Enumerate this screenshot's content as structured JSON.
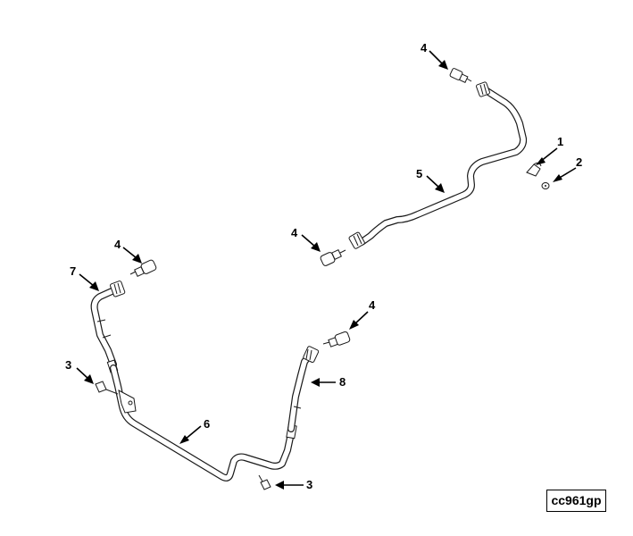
{
  "callouts": {
    "c1": "1",
    "c2": "2",
    "c3_upper": "3",
    "c3_lower": "3",
    "c4_top": "4",
    "c4_mid": "4",
    "c4_left": "4",
    "c4_right": "4",
    "c5": "5",
    "c6": "6",
    "c7": "7",
    "c8": "8"
  },
  "reference_code": "cc961gp"
}
